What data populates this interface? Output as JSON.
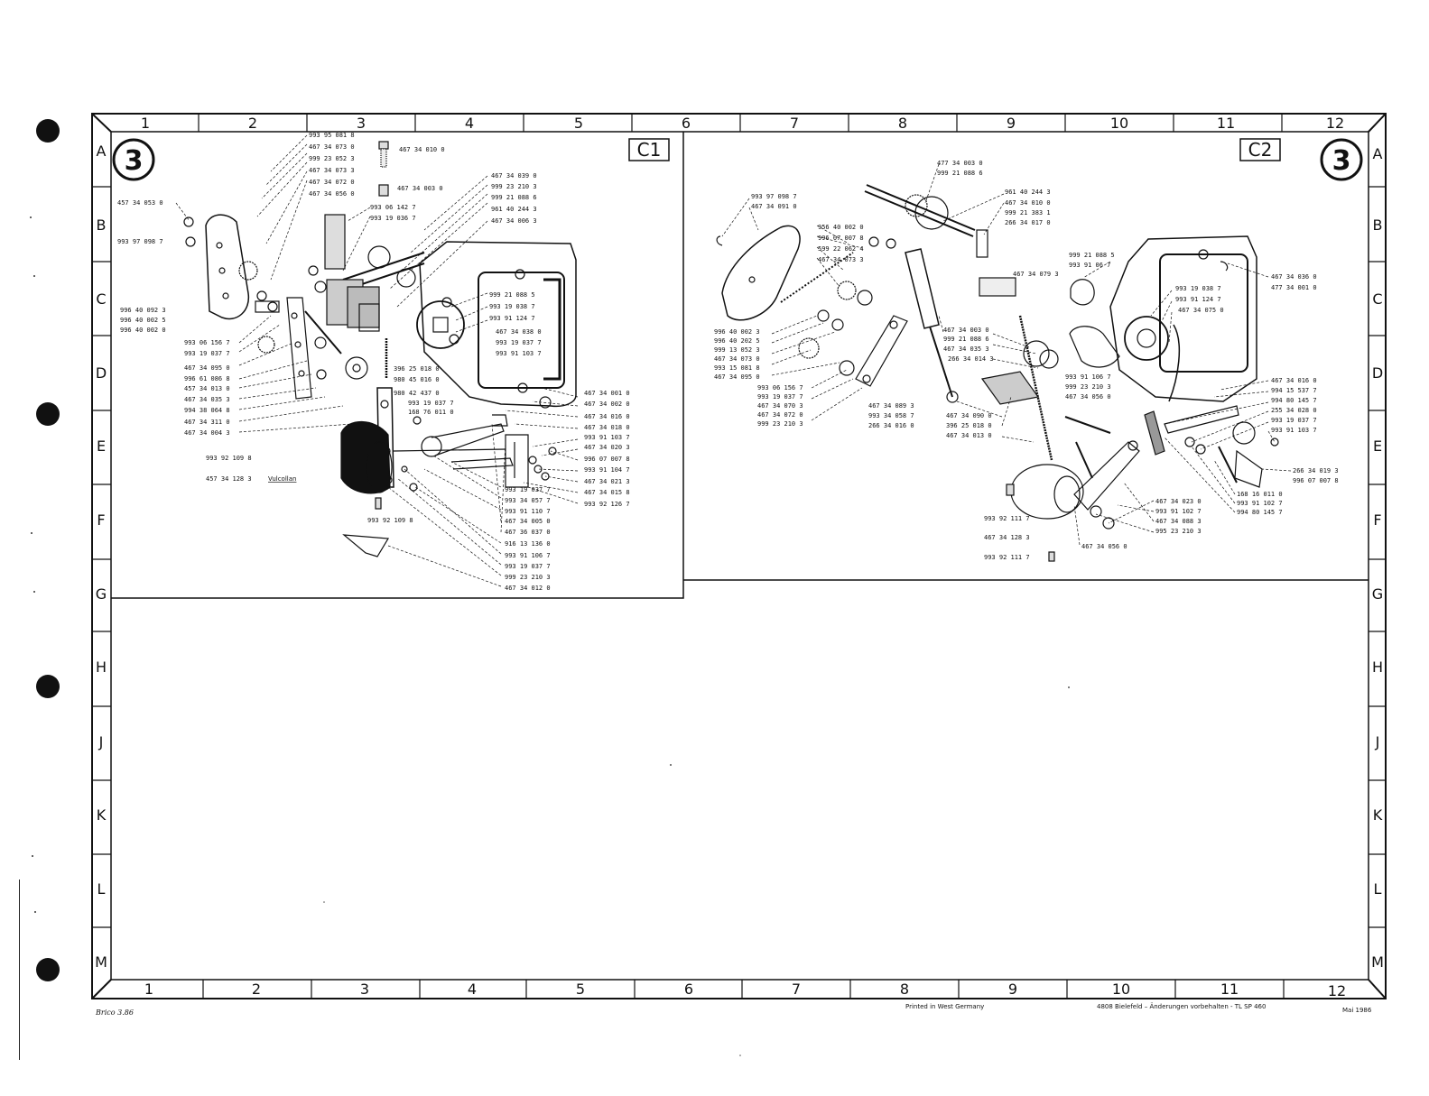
{
  "columns": [
    "1",
    "2",
    "3",
    "4",
    "5",
    "6",
    "7",
    "8",
    "9",
    "10",
    "11",
    "12"
  ],
  "rows": [
    "A",
    "B",
    "C",
    "D",
    "E",
    "F",
    "G",
    "H",
    "J",
    "K",
    "L",
    "M"
  ],
  "section_number": "3",
  "panel_c1": {
    "label": "C1",
    "side_label": "Vulcollan",
    "parts_top": [
      "993 95 081 8",
      "467 34 073 0",
      "999 23 052 3",
      "467 34 073 3",
      "467 34 072 0",
      "467 34 056 0"
    ],
    "part_010": "467 34 010 0",
    "part_003": "467 34 003 0",
    "parts_topright": [
      "467 34 039 0",
      "999 23 210 3",
      "999 21 088 6",
      "961 40 244 3",
      "467 34 006 3"
    ],
    "parts_mid": [
      "993 06 142 7",
      "993 19 036 7"
    ],
    "parts_left_top": [
      "457 34 053 0",
      "993 97 098 7"
    ],
    "parts_left_mid": [
      "996 40 092 3",
      "996 40 002 5",
      "996 40 002 0"
    ],
    "parts_left": [
      "993 06 156 7",
      "993 19 037 7",
      "467 34 095 0",
      "996 61 086 8",
      "457 34 013 0",
      "467 34 035 3",
      "994 38 064 8",
      "467 34 311 0",
      "467 34 004 3"
    ],
    "part_e1": "993 92 109 8",
    "part_e2": "457 34 128 3",
    "part_f1": "993 92 109 8",
    "parts_center": [
      "999 21 088 5",
      "993 19 038 7",
      "993 91 124 7"
    ],
    "parts_center2": [
      "467 34 038 0",
      "993 19 037 7",
      "993 91 103 7"
    ],
    "parts_center3": [
      "396 25 018 0",
      "980 45 016 0"
    ],
    "parts_center4": [
      "980 42 437 0",
      "993 19 037 7",
      "168 76 011 0"
    ],
    "parts_right": [
      "467 34 001 0",
      "467 34 002 0",
      "467 34 016 0",
      "467 34 018 0",
      "993 91 103 7",
      "467 34 020 3",
      "996 07 007 8",
      "993 91 104 7",
      "467 34 021 3",
      "467 34 015 8",
      "993 92 126 7"
    ],
    "parts_bottom": [
      "993 19 037 7",
      "993 34 057 7",
      "993 91 110 7",
      "467 34 005 0",
      "467 36 037 0",
      "916 13 136 0",
      "993 91 106 7",
      "993 19 037 7",
      "999 23 210 3",
      "467 34 012 0"
    ]
  },
  "panel_c2": {
    "label": "C2",
    "parts_topcenter": [
      "477 34 003 0",
      "999 21 088 6"
    ],
    "parts_topright": [
      "961 40 244 3",
      "467 34 010 0",
      "999 21 383 1",
      "266 34 017 0"
    ],
    "parts_topleft": [
      "993 97 098 7",
      "467 34 091 0"
    ],
    "parts_col": [
      "956 40 002 0",
      "996 07 007 8",
      "599 22 062 4",
      "467 34 073 3"
    ],
    "part_079": "467 34 079 3",
    "parts_ur": [
      "999 21 088 5",
      "993 91 06 7"
    ],
    "parts_far_right": [
      "467 34 036 0",
      "477 34 001 0"
    ],
    "parts_mid_right": [
      "993 19 038 7",
      "993 91 124 7",
      "467 34 075 0"
    ],
    "parts_left": [
      "996 40 002 3",
      "996 40 202 5",
      "999 13 052 3",
      "467 34 073 0",
      "993 15 081 8",
      "467 34 095 0"
    ],
    "parts_left2": [
      "993 06 156 7",
      "993 19 037 7",
      "467 34 070 3",
      "467 34 072 0",
      "999 23 210 3"
    ],
    "parts_center": [
      "467 34 003 0",
      "999 21 088 6",
      "467 34 035 3",
      "266 34 014 3"
    ],
    "parts_center2": [
      "467 34 089 3",
      "993 34 058 7",
      "266 34 016 0"
    ],
    "parts_center3": [
      "467 34 090 0",
      "396 25 018 0",
      "467 34 013 0"
    ],
    "parts_mr": [
      "993 91 106 7",
      "999 23 210 3",
      "467 34 056 0"
    ],
    "parts_right": [
      "467 34 016 0",
      "994 15 537 7",
      "994 80 145 7",
      "255 34 028 0",
      "993 19 037 7",
      "993 91 103 7"
    ],
    "parts_right2": [
      "266 34 019 3",
      "996 07 007 8"
    ],
    "parts_right3": [
      "168 16 011 0",
      "993 91 102 7",
      "994 80 145 7"
    ],
    "parts_bottom_mid": [
      "467 34 023 0",
      "993 91 102 7",
      "467 34 088 3",
      "995 23 210 3"
    ],
    "part_b1": "993 92 111 7",
    "part_b2": "467 34 128 3",
    "part_b3": "993 92 111 7",
    "part_b4": "467 34 056 0"
  },
  "footer": {
    "left": "Brico 3.86",
    "printed": "Printed in West Germany",
    "note": "4808 Bielefeld  –  Änderungen vorbehalten - TL SP 460",
    "date": "Mai   1986"
  }
}
